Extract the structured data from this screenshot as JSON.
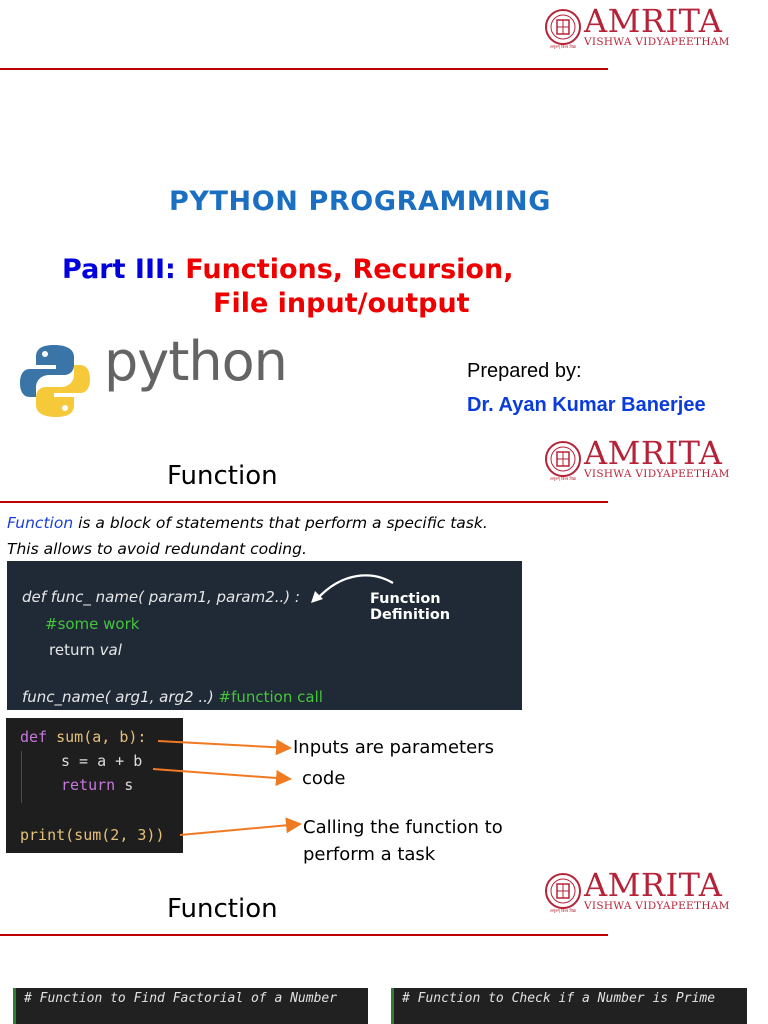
{
  "logo": {
    "name": "AMRITA",
    "subtitle": "VISHWA VIDYAPEETHAM",
    "tagline": "अमृतम् विश्व विद्या"
  },
  "slide1": {
    "title": "PYTHON PROGRAMMING",
    "part_label": "Part III:",
    "part_line1": "Functions, Recursion,",
    "part_line2": "File input/output",
    "python_word": "python",
    "prepared_by": "Prepared by:",
    "author": "Dr. Ayan Kumar Banerjee"
  },
  "slide2": {
    "heading": "Function",
    "desc_term": "Function",
    "desc_rest": " is a block of statements that perform a specific task.",
    "desc_line2": "This allows to avoid redundant coding.",
    "code1": {
      "line1": "def func_ name( param1, param2..) :",
      "line2": "#some work",
      "line3_kw": "return ",
      "line3_val": "val",
      "line4_call": "func_name( arg1, arg2 ..) ",
      "line4_comment": "#function call",
      "annotation": "Function Definition"
    },
    "code2": {
      "line1_kw": "def",
      "line1_rest": " sum(a, b):",
      "line2": "s = a + b",
      "line3_kw": "return",
      "line3_rest": " s",
      "line4": "print(sum(2, 3))"
    },
    "labels": {
      "inputs": "Inputs are parameters",
      "code": "code",
      "calling_1": "Calling the function to",
      "calling_2": "perform a task"
    },
    "colors": {
      "arrow": "#f07a22",
      "code_bg": "#1f2a36",
      "accent_red": "#c00000"
    }
  },
  "slide3": {
    "heading": "Function",
    "code_left": "# Function to Find Factorial of a Number",
    "code_right": "# Function to Check if a Number is Prime"
  }
}
